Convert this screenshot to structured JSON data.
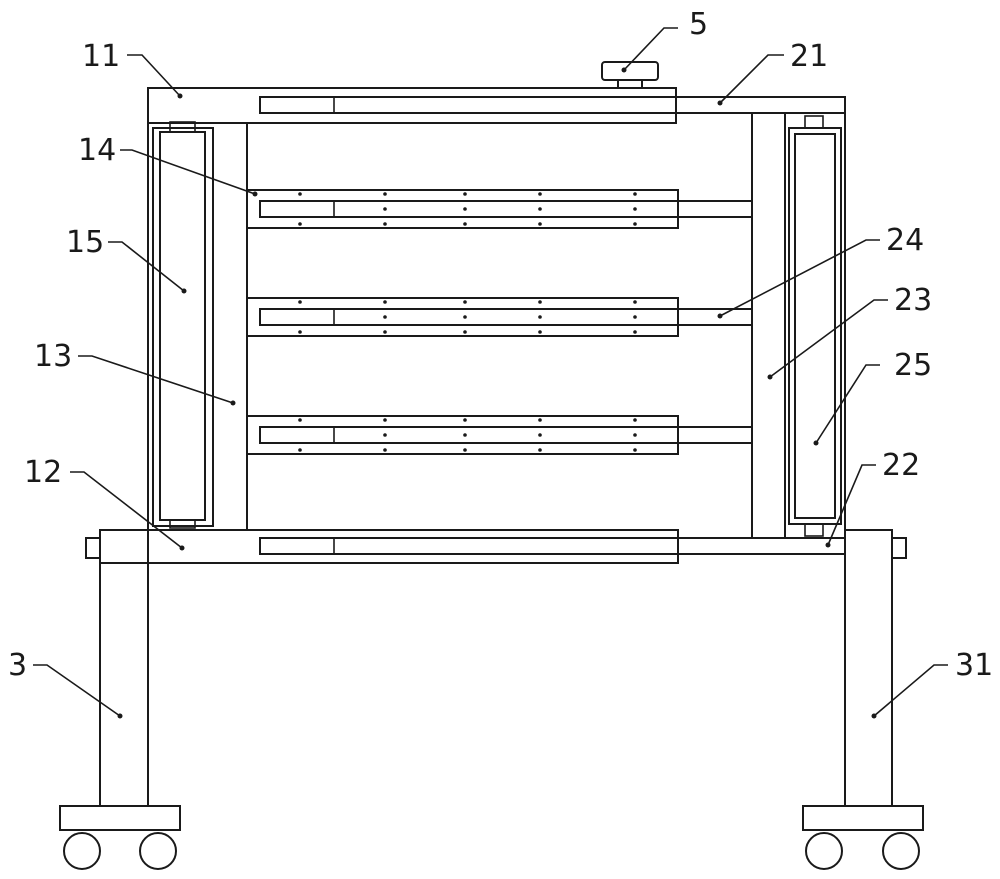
{
  "labels": {
    "l11": "11",
    "l5": "5",
    "l21": "21",
    "l14": "14",
    "l15": "15",
    "l24": "24",
    "l23": "23",
    "l13": "13",
    "l25": "25",
    "l12": "12",
    "l22": "22",
    "l3": "3",
    "l31": "31"
  }
}
